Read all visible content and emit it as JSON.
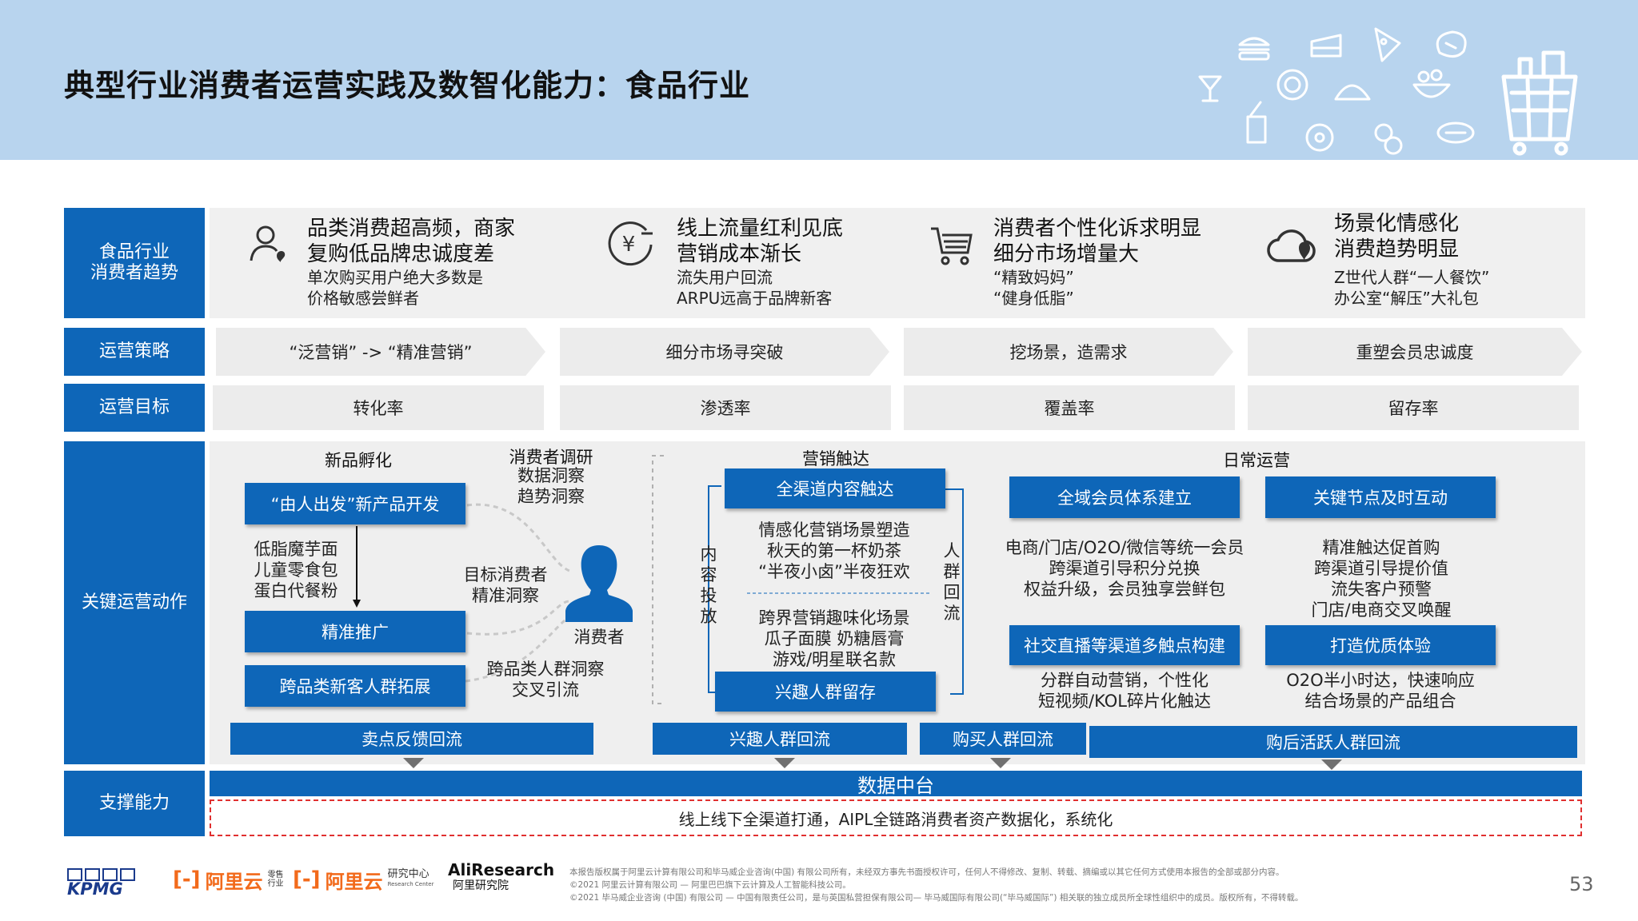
{
  "title": "典型行业消费者运营实践及数智化能力：食品行业",
  "row_labels": {
    "trends": "食品行业\n消费者趋势",
    "strategy": "运营策略",
    "goal": "运营目标",
    "actions": "关键运营动作",
    "support": "支撑能力"
  },
  "trends": [
    {
      "icon": "user-heart-icon",
      "title1": "品类消费超高频，商家",
      "title2": "复购低品牌忠诚度差",
      "sub1": "单次购买用户绝大多数是",
      "sub2": "价格敏感尝鲜者"
    },
    {
      "icon": "yuan-coin-icon",
      "title1": "线上流量红利见底",
      "title2": "营销成本渐长",
      "sub1": "流失用户回流",
      "sub2": "ARPU远高于品牌新客"
    },
    {
      "icon": "shopping-cart-icon",
      "title1": "消费者个性化诉求明显",
      "title2": "细分市场增量大",
      "sub1": "“精致妈妈”",
      "sub2": "“健身低脂”"
    },
    {
      "icon": "cloud-heart-icon",
      "title1": "场景化情感化",
      "title2": "消费趋势明显",
      "sub1": "Z世代人群“一人餐饮”",
      "sub2": "办公室“解压”大礼包"
    }
  ],
  "strategies": [
    "“泛营销” -> “精准营销”",
    "细分市场寻突破",
    "挖场景，造需求",
    "重塑会员忠诚度"
  ],
  "goals": [
    "转化率",
    "渗透率",
    "覆盖率",
    "留存率"
  ],
  "actions": {
    "new_product": {
      "title": "新品孵化",
      "btn_dev": "“由人出发”新产品开发",
      "items": [
        "低脂魔芋面",
        "儿童零食包",
        "蛋白代餐粉"
      ],
      "btn_promo": "精准推广",
      "btn_cross": "跨品类新客人群拓展"
    },
    "research": {
      "title": "消费者调研",
      "l1": "数据洞察",
      "l2": "趋势洞察"
    },
    "target": {
      "l1": "目标消费者",
      "l2": "精准洞察"
    },
    "cross_insight": {
      "l1": "跨品类人群洞察",
      "l2": "交叉引流"
    },
    "consumer_label": "消费者",
    "marketing": {
      "title": "营销触达",
      "btn_content": "全渠道内容触达",
      "side_left": [
        "内",
        "容",
        "投",
        "放"
      ],
      "side_right": [
        "人",
        "群",
        "回",
        "流"
      ],
      "block1": [
        "情感化营销场景塑造",
        "秋天的第一杯奶茶",
        "“半夜小卤”半夜狂欢"
      ],
      "block2": [
        "跨界营销趣味化场景",
        "瓜子面膜 奶糖唇膏",
        "游戏/明星联名款"
      ],
      "btn_interest": "兴趣人群留存"
    },
    "daily": {
      "title": "日常运营",
      "btn_member": "全域会员体系建立",
      "member_lines": [
        "电商/门店/O2O/微信等统一会员",
        "跨渠道引导积分兑换",
        "权益升级，会员独享尝鲜包"
      ],
      "btn_node": "关键节点及时互动",
      "node_lines": [
        "精准触达促首购",
        "跨渠道引导提价值",
        "流失客户预警",
        "门店/电商交叉唤醒"
      ],
      "btn_social": "社交直播等渠道多触点构建",
      "social_lines": [
        "分群自动营销，个性化",
        "短视频/KOL碎片化触达"
      ],
      "btn_exp": "打造优质体验",
      "exp_lines": [
        "O2O半小时达，快速响应",
        "结合场景的产品组合"
      ]
    },
    "bars": [
      "卖点反馈回流",
      "兴趣人群回流",
      "购买人群回流",
      "购后活跃人群回流"
    ]
  },
  "support": {
    "platform": "数据中台",
    "desc": "线上线下全渠道打通，AIPL全链路消费者资产数据化，系统化"
  },
  "footer": {
    "kpmg": "KPMG",
    "ali1": "阿里云",
    "ali1_tag": "零售\n行业",
    "ali2": "阿里云",
    "ali2_tag": "研究中心",
    "ali2_en": "Research Center",
    "ali3": "AliResearch",
    "ali3_cn": "阿里研究院",
    "note1": "本报告版权属于阿里云计算有限公司和毕马威企业咨询(中国) 有限公司所有，未经双方事先书面授权许可，任何人不得修改、复制、转载、摘编或以其它任何方式使用本报告的全部或部分内容。",
    "note2": "©2021 阿里云计算有限公司 — 阿里巴巴旗下云计算及人工智能科技公司。",
    "note3": "©2021 毕马威企业咨询 (中国) 有限公司 — 中国有限责任公司，是与英国私营担保有限公司— 毕马威国际有限公司(“毕马威国际”) 相关联的独立成员所全球性组织中的成员。版权所有，不得转载。",
    "page": "53"
  },
  "colors": {
    "header": "#b8d4ee",
    "primary": "#0e66b8",
    "panel": "#efefef",
    "dashed": "#e03030"
  }
}
